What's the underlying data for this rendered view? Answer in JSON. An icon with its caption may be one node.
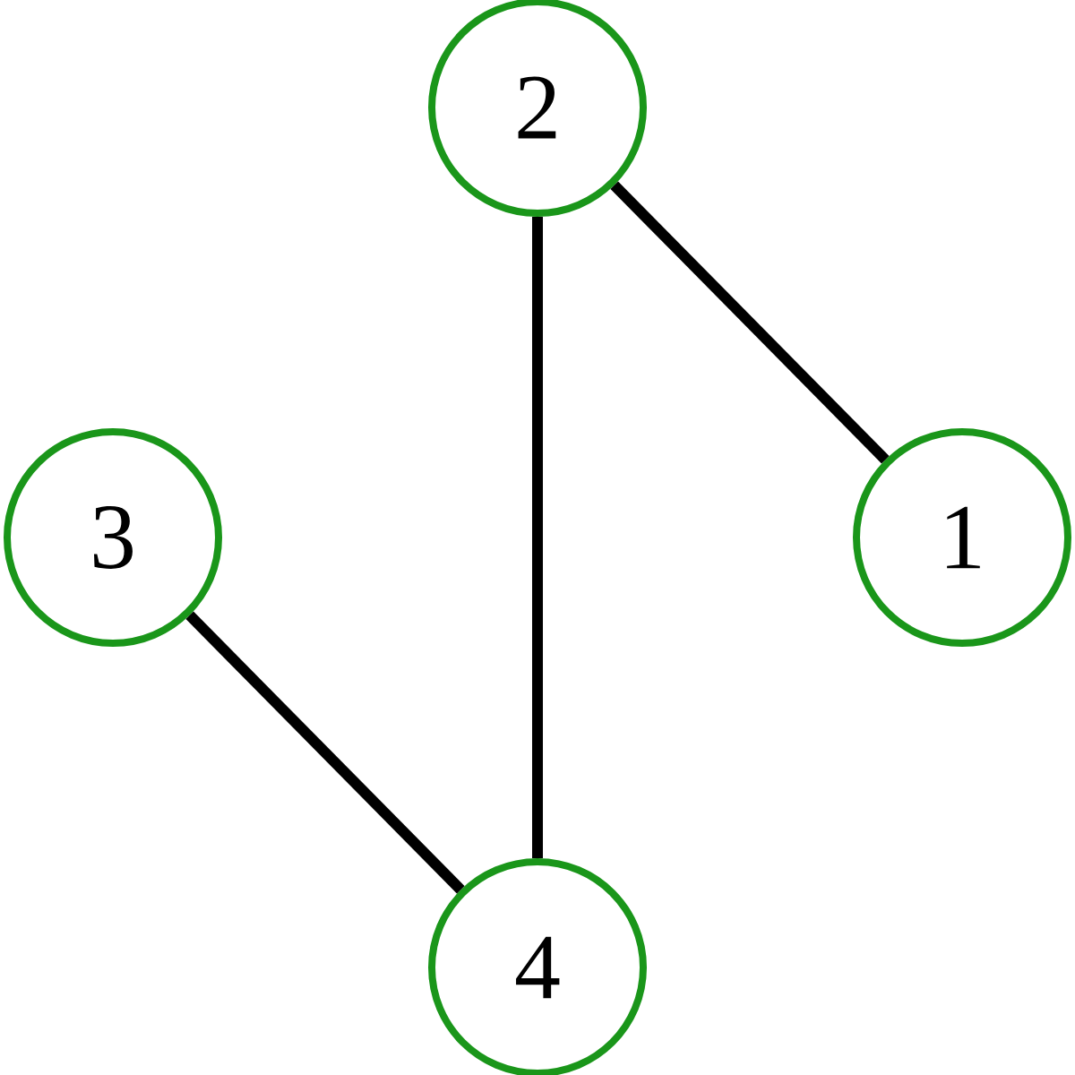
{
  "diagram": {
    "nodes": [
      {
        "text": [
          "2"
        ]
      },
      {
        "text": [
          "3"
        ]
      },
      {
        "text": [
          "1"
        ]
      },
      {
        "text": [
          "4"
        ]
      }
    ],
    "edges": [
      {
        "from": 0,
        "to": 2,
        "arrow": "none"
      },
      {
        "from": 0,
        "to": 3,
        "arrow": "none"
      },
      {
        "from": 1,
        "to": 3,
        "arrow": "none"
      }
    ]
  }
}
